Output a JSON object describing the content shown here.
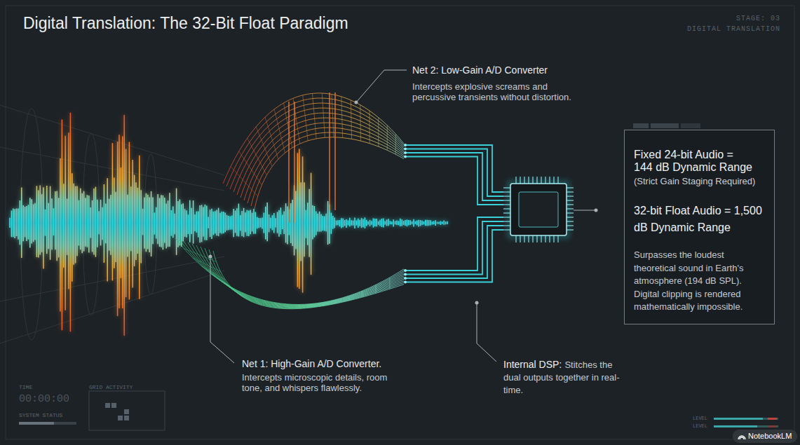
{
  "diagram": {
    "title": "Digital Translation: The 32-Bit Float Paradigm",
    "nodes": [
      {
        "text": [
          "Fixed 24-bit Audio = 144 dB Dynamic Range",
          "(Strict Gain Staging Required)",
          "32-bit Float Audio = 1,500 dB Dynamic Range",
          "Surpasses the loudest theoretical sound in Earth's atmosphere (194 dB SPL). Digital clipping is rendered mathematically impossible."
        ]
      }
    ],
    "labels": [
      "STAGE: 03",
      "DIGITAL TRANSLATION",
      "Net 2: Low-Gain A/D Converter",
      "Intercepts explosive screams and percussive transients without distortion.",
      "Net 1: High-Gain A/D Converter.",
      "Intercepts microscopic details, room tone, and whispers flawlessly.",
      "Internal DSP:",
      "Stitches the dual outputs together in real-time.",
      "TIME",
      "00:00:00",
      "GRID ACTIVITY",
      "SYSTEM STATUS",
      "LEVEL",
      "LEVEL",
      "NotebookLM"
    ]
  }
}
